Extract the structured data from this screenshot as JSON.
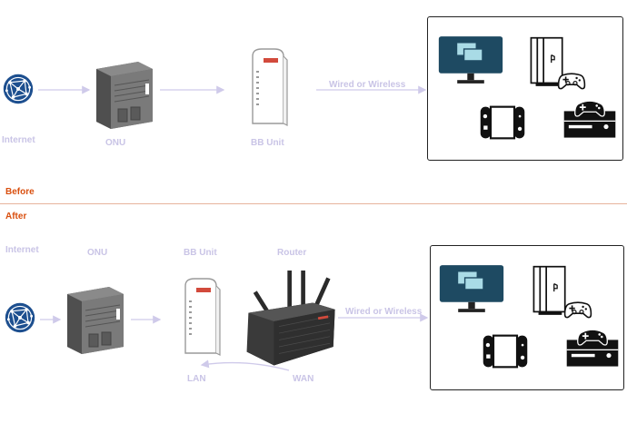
{
  "before": {
    "heading": "Before",
    "labels": {
      "internet": "Internet",
      "onu": "ONU",
      "bb_unit": "BB Unit",
      "connection": "Wired or Wireless"
    }
  },
  "after": {
    "heading": "After",
    "labels": {
      "internet": "Internet",
      "onu": "ONU",
      "bb_unit": "BB Unit",
      "router": "Router",
      "connection": "Wired or Wireless",
      "lan": "LAN",
      "wan": "WAN"
    }
  },
  "colors": {
    "globe": "#1d4f8f",
    "label": "#c9c4e6",
    "arrow": "#cfcaea",
    "heading": "#d94f0f",
    "divider": "#e7b39d"
  },
  "icons": [
    "globe-icon",
    "onu-device-icon",
    "bb-unit-icon",
    "router-icon",
    "monitor-icon",
    "playstation-icon",
    "gamepad-icon",
    "switch-icon",
    "xbox-icon"
  ]
}
